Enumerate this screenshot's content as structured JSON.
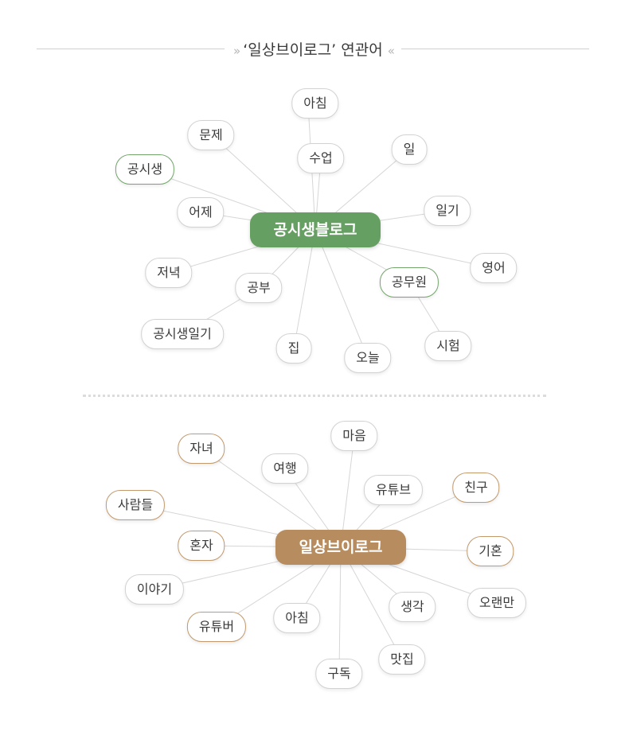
{
  "header": {
    "left_chevron": "»",
    "title": "‘일상브이로그’ 연관어",
    "right_chevron": "«"
  },
  "colors": {
    "green_center": "#669f62",
    "brown_center": "#b78d5f",
    "green_border": "#74a66c",
    "brown_border": "#c29a6c"
  },
  "map1": {
    "center": "공시생블로그",
    "nodes": [
      "아침",
      "문제",
      "수업",
      "일",
      "공시생",
      "어제",
      "일기",
      "저녁",
      "공부",
      "공무원",
      "영어",
      "공시생일기",
      "집",
      "오늘",
      "시험"
    ]
  },
  "map2": {
    "center": "일상브이로그",
    "nodes": [
      "자녀",
      "마음",
      "여행",
      "유튜브",
      "친구",
      "사람들",
      "혼자",
      "기혼",
      "이야기",
      "오랜만",
      "유튜버",
      "아침",
      "생각",
      "맛집",
      "구독"
    ]
  }
}
